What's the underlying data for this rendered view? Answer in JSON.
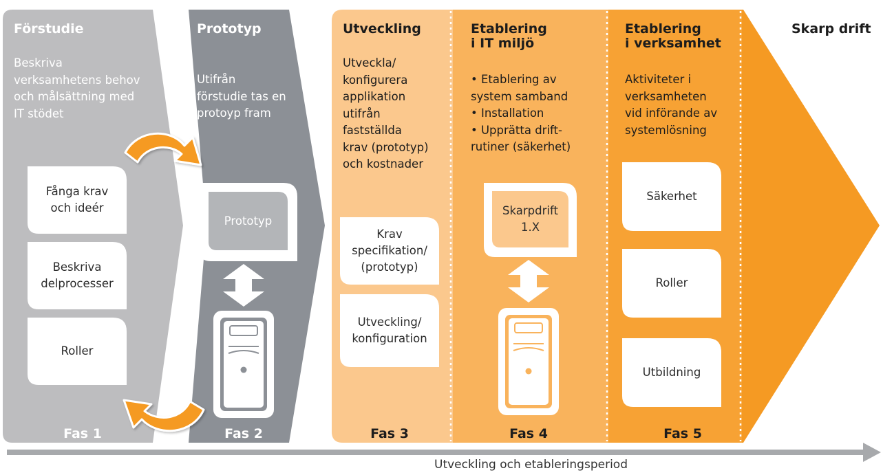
{
  "colors": {
    "phase1": "#bdbdbf",
    "phase2": "#8c9096",
    "phase3": "#fbc88d",
    "phase4": "#f9b35c",
    "phase5": "#f7a234",
    "skarp": "#f59a23",
    "arrow_orange": "#f59a23",
    "timeline": "#a7a9ac",
    "card": "#ffffff"
  },
  "phases": [
    {
      "title": "Förstudie",
      "description": [
        "Beskriva",
        "verksamhetens behov",
        "och målsättning med",
        "IT stödet"
      ],
      "cards": [
        [
          "Fånga krav",
          "och ideér"
        ],
        [
          "Beskriva",
          "delprocesser"
        ],
        [
          "Roller"
        ]
      ],
      "fas": "Fas 1"
    },
    {
      "title": "Prototyp",
      "description": [
        "Utifrån",
        "förstudie tas en",
        "protoyp fram"
      ],
      "screen_label": "Prototyp",
      "fas": "Fas 2"
    },
    {
      "title": "Utveckling",
      "description": [
        "Utveckla/",
        "konfigurera",
        "applikation",
        "utifrån",
        "fastställda",
        "krav (prototyp)",
        "och kostnader"
      ],
      "cards": [
        [
          "Krav",
          "specifikation/",
          "(prototyp)"
        ],
        [
          "Utveckling/",
          "konfiguration"
        ]
      ],
      "fas": "Fas 3"
    },
    {
      "title": [
        "Etablering",
        "i IT miljö"
      ],
      "bullets": [
        [
          "Etablering av",
          "system samband"
        ],
        [
          "Installation"
        ],
        [
          "Upprätta drift-",
          "rutiner (säkerhet)"
        ]
      ],
      "screen_label": [
        "Skarpdrift",
        "1.X"
      ],
      "fas": "Fas 4"
    },
    {
      "title": [
        "Etablering",
        "i verksamhet"
      ],
      "description": [
        "Aktiviteter i",
        "verksamheten",
        "vid införande av",
        "systemlösning"
      ],
      "cards": [
        [
          "Säkerhet"
        ],
        [
          "Roller"
        ],
        [
          "Utbildning"
        ]
      ],
      "fas": "Fas 5"
    },
    {
      "title": "Skarp drift"
    }
  ],
  "timeline_label": "Utveckling och etableringsperiod",
  "icons": [
    "curved-arrow-icon",
    "double-arrow-icon",
    "server-tower-icon",
    "monitor-icon"
  ]
}
